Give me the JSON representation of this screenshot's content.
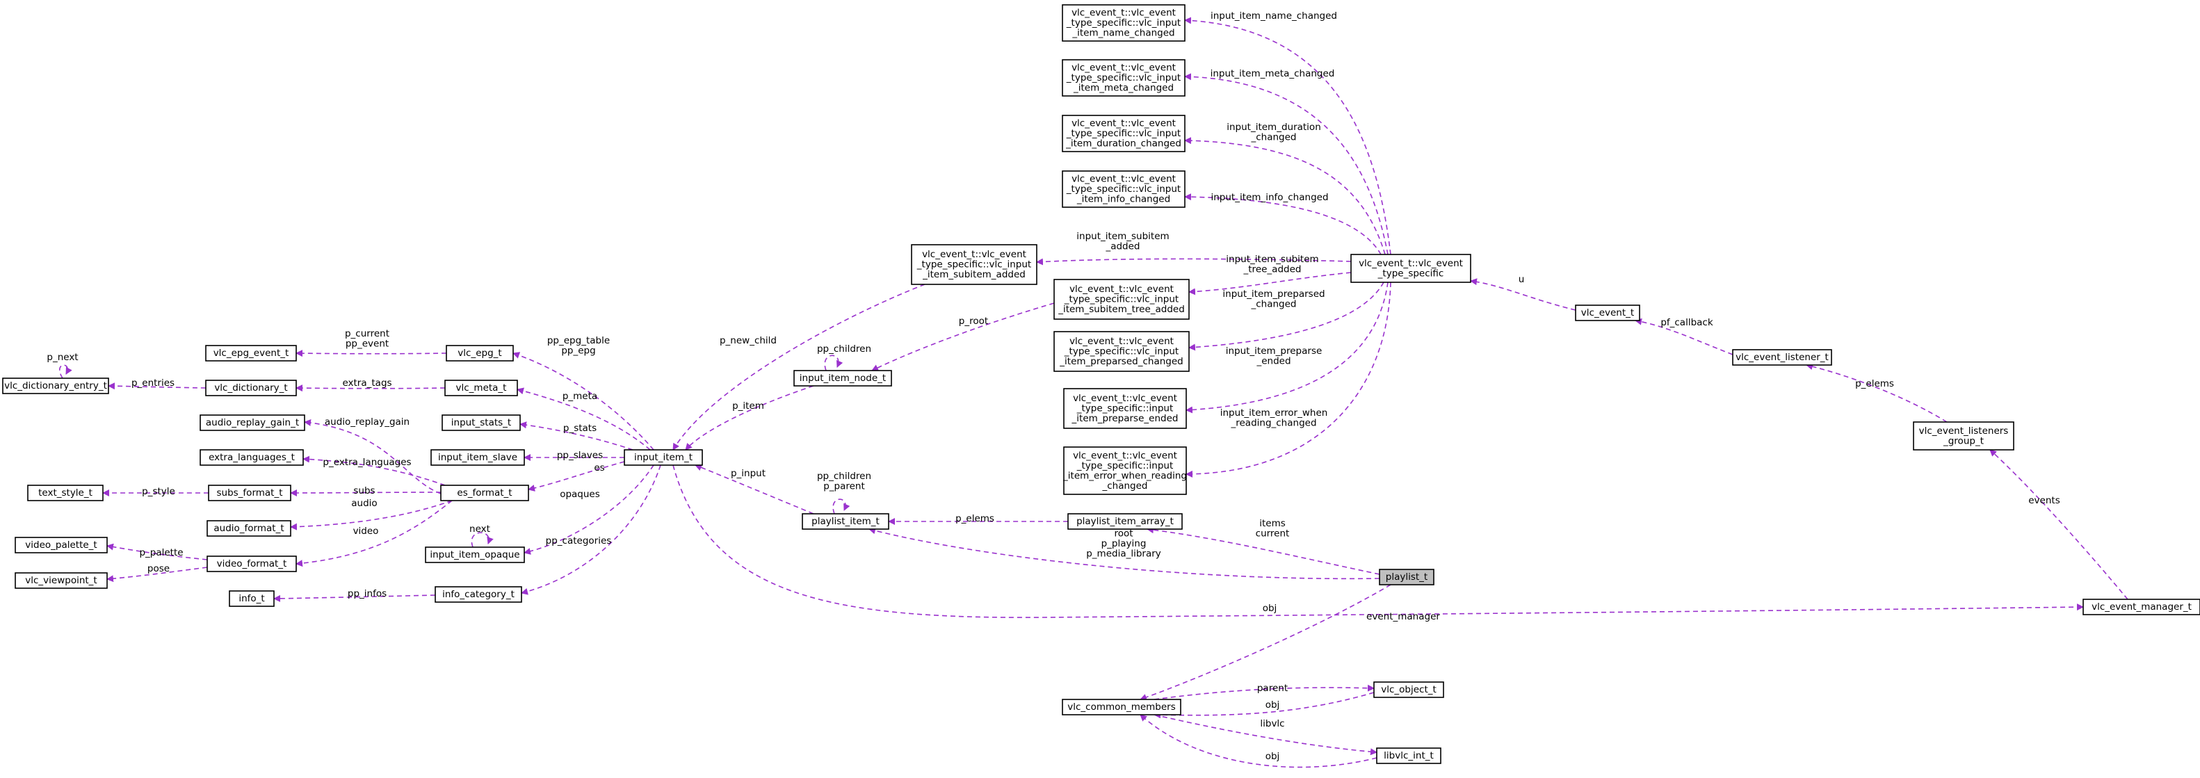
{
  "colors": {
    "edge": "#9a32cd",
    "node_border": "#000000",
    "highlight_fill": "#bfbfbf",
    "background": "#ffffff"
  },
  "nodes": [
    {
      "id": "n_name_changed",
      "name": "node-vlc-input-item-name-changed",
      "lines": [
        "vlc_event_t::vlc_event",
        "_type_specific::vlc_input",
        "_item_name_changed"
      ]
    },
    {
      "id": "n_meta_changed",
      "name": "node-vlc-input-item-meta-changed",
      "lines": [
        "vlc_event_t::vlc_event",
        "_type_specific::vlc_input",
        "_item_meta_changed"
      ]
    },
    {
      "id": "n_duration_changed",
      "name": "node-vlc-input-item-duration-changed",
      "lines": [
        "vlc_event_t::vlc_event",
        "_type_specific::vlc_input",
        "_item_duration_changed"
      ]
    },
    {
      "id": "n_info_changed",
      "name": "node-vlc-input-item-info-changed",
      "lines": [
        "vlc_event_t::vlc_event",
        "_type_specific::vlc_input",
        "_item_info_changed"
      ]
    },
    {
      "id": "n_subitem_added",
      "name": "node-vlc-input-item-subitem-added",
      "lines": [
        "vlc_event_t::vlc_event",
        "_type_specific::vlc_input",
        "_item_subitem_added"
      ]
    },
    {
      "id": "n_subitem_tree_added",
      "name": "node-vlc-input-item-subitem-tree-added",
      "lines": [
        "vlc_event_t::vlc_event",
        "_type_specific::vlc_input",
        "_item_subitem_tree_added"
      ]
    },
    {
      "id": "n_preparsed_changed",
      "name": "node-vlc-input-item-preparsed-changed",
      "lines": [
        "vlc_event_t::vlc_event",
        "_type_specific::vlc_input",
        "_item_preparsed_changed"
      ]
    },
    {
      "id": "n_preparse_ended",
      "name": "node-vlc-input-item-preparse-ended",
      "lines": [
        "vlc_event_t::vlc_event",
        "_type_specific::input",
        "_item_preparse_ended"
      ]
    },
    {
      "id": "n_error_when_reading",
      "name": "node-vlc-input-item-error-when-reading-changed",
      "lines": [
        "vlc_event_t::vlc_event",
        "_type_specific::input",
        "_item_error_when_reading",
        "_changed"
      ]
    },
    {
      "id": "n_type_specific",
      "name": "node-vlc-event-type-specific",
      "lines": [
        "vlc_event_t::vlc_event",
        "_type_specific"
      ]
    },
    {
      "id": "n_vlc_event_t",
      "name": "node-vlc-event-t",
      "lines": [
        "vlc_event_t"
      ]
    },
    {
      "id": "n_listener_t",
      "name": "node-vlc-event-listener-t",
      "lines": [
        "vlc_event_listener_t"
      ]
    },
    {
      "id": "n_listeners_group_t",
      "name": "node-vlc-event-listeners-group-t",
      "lines": [
        "vlc_event_listeners",
        "_group_t"
      ]
    },
    {
      "id": "n_event_manager_t",
      "name": "node-vlc-event-manager-t",
      "lines": [
        "vlc_event_manager_t"
      ]
    },
    {
      "id": "n_dictionary_entry_t",
      "name": "node-vlc-dictionary-entry-t",
      "lines": [
        "vlc_dictionary_entry_t"
      ]
    },
    {
      "id": "n_epg_event_t",
      "name": "node-vlc-epg-event-t",
      "lines": [
        "vlc_epg_event_t"
      ]
    },
    {
      "id": "n_dictionary_t",
      "name": "node-vlc-dictionary-t",
      "lines": [
        "vlc_dictionary_t"
      ]
    },
    {
      "id": "n_audio_replay_gain_t",
      "name": "node-audio-replay-gain-t",
      "lines": [
        "audio_replay_gain_t"
      ]
    },
    {
      "id": "n_extra_languages_t",
      "name": "node-extra-languages-t",
      "lines": [
        "extra_languages_t"
      ]
    },
    {
      "id": "n_text_style_t",
      "name": "node-text-style-t",
      "lines": [
        "text_style_t"
      ]
    },
    {
      "id": "n_subs_format_t",
      "name": "node-subs-format-t",
      "lines": [
        "subs_format_t"
      ]
    },
    {
      "id": "n_audio_format_t",
      "name": "node-audio-format-t",
      "lines": [
        "audio_format_t"
      ]
    },
    {
      "id": "n_video_palette_t",
      "name": "node-video-palette-t",
      "lines": [
        "video_palette_t"
      ]
    },
    {
      "id": "n_video_format_t",
      "name": "node-video-format-t",
      "lines": [
        "video_format_t"
      ]
    },
    {
      "id": "n_viewpoint_t",
      "name": "node-vlc-viewpoint-t",
      "lines": [
        "vlc_viewpoint_t"
      ]
    },
    {
      "id": "n_info_t",
      "name": "node-info-t",
      "lines": [
        "info_t"
      ]
    },
    {
      "id": "n_vlc_epg_t",
      "name": "node-vlc-epg-t",
      "lines": [
        "vlc_epg_t"
      ]
    },
    {
      "id": "n_vlc_meta_t",
      "name": "node-vlc-meta-t",
      "lines": [
        "vlc_meta_t"
      ]
    },
    {
      "id": "n_input_stats_t",
      "name": "node-input-stats-t",
      "lines": [
        "input_stats_t"
      ]
    },
    {
      "id": "n_input_item_slave",
      "name": "node-input-item-slave",
      "lines": [
        "input_item_slave"
      ]
    },
    {
      "id": "n_es_format_t",
      "name": "node-es-format-t",
      "lines": [
        "es_format_t"
      ]
    },
    {
      "id": "n_input_item_opaque",
      "name": "node-input-item-opaque",
      "lines": [
        "input_item_opaque"
      ]
    },
    {
      "id": "n_info_category_t",
      "name": "node-info-category-t",
      "lines": [
        "info_category_t"
      ]
    },
    {
      "id": "n_input_item_t",
      "name": "node-input-item-t",
      "lines": [
        "input_item_t"
      ]
    },
    {
      "id": "n_input_item_node_t",
      "name": "node-input-item-node-t",
      "lines": [
        "input_item_node_t"
      ]
    },
    {
      "id": "n_playlist_item_t",
      "name": "node-playlist-item-t",
      "lines": [
        "playlist_item_t"
      ]
    },
    {
      "id": "n_playlist_item_array_t",
      "name": "node-playlist-item-array-t",
      "lines": [
        "playlist_item_array_t"
      ]
    },
    {
      "id": "n_playlist_t",
      "name": "node-playlist-t",
      "lines": [
        "playlist_t"
      ]
    },
    {
      "id": "n_common_members",
      "name": "node-vlc-common-members",
      "lines": [
        "vlc_common_members"
      ]
    },
    {
      "id": "n_vlc_object_t",
      "name": "node-vlc-object-t",
      "lines": [
        "vlc_object_t"
      ]
    },
    {
      "id": "n_libvlc_int_t",
      "name": "node-libvlc-int-t",
      "lines": [
        "libvlc_int_t"
      ]
    }
  ],
  "edge_labels": [
    {
      "id": "l_name_changed",
      "lines": [
        "input_item_name_changed"
      ]
    },
    {
      "id": "l_meta_changed",
      "lines": [
        "input_item_meta_changed"
      ]
    },
    {
      "id": "l_duration_changed",
      "lines": [
        "input_item_duration",
        "_changed"
      ]
    },
    {
      "id": "l_info_changed",
      "lines": [
        "input_item_info_changed"
      ]
    },
    {
      "id": "l_subitem_added",
      "lines": [
        "input_item_subitem",
        "_added"
      ]
    },
    {
      "id": "l_subitem_tree_added",
      "lines": [
        "input_item_subitem",
        "_tree_added"
      ]
    },
    {
      "id": "l_preparsed_changed",
      "lines": [
        "input_item_preparsed",
        "_changed"
      ]
    },
    {
      "id": "l_preparse_ended",
      "lines": [
        "input_item_preparse",
        "_ended"
      ]
    },
    {
      "id": "l_error_when_reading",
      "lines": [
        "input_item_error_when",
        "_reading_changed"
      ]
    },
    {
      "id": "l_u",
      "lines": [
        "u"
      ]
    },
    {
      "id": "l_pf_callback",
      "lines": [
        "pf_callback"
      ]
    },
    {
      "id": "l_p_elems_listener",
      "lines": [
        "p_elems"
      ]
    },
    {
      "id": "l_events",
      "lines": [
        "events"
      ]
    },
    {
      "id": "l_p_next",
      "lines": [
        "p_next"
      ]
    },
    {
      "id": "l_p_entries",
      "lines": [
        "p_entries"
      ]
    },
    {
      "id": "l_p_current",
      "lines": [
        "p_current",
        "pp_event"
      ]
    },
    {
      "id": "l_pp_epg",
      "lines": [
        "pp_epg_table",
        "pp_epg"
      ]
    },
    {
      "id": "l_extra_tags",
      "lines": [
        "extra_tags"
      ]
    },
    {
      "id": "l_p_meta",
      "lines": [
        "p_meta"
      ]
    },
    {
      "id": "l_p_stats",
      "lines": [
        "p_stats"
      ]
    },
    {
      "id": "l_pp_slaves",
      "lines": [
        "pp_slaves"
      ]
    },
    {
      "id": "l_es",
      "lines": [
        "es"
      ]
    },
    {
      "id": "l_audio_replay_gain",
      "lines": [
        "audio_replay_gain"
      ]
    },
    {
      "id": "l_p_extra_languages",
      "lines": [
        "p_extra_languages"
      ]
    },
    {
      "id": "l_p_style",
      "lines": [
        "p_style"
      ]
    },
    {
      "id": "l_subs",
      "lines": [
        "subs"
      ]
    },
    {
      "id": "l_audio",
      "lines": [
        "audio"
      ]
    },
    {
      "id": "l_video",
      "lines": [
        "video"
      ]
    },
    {
      "id": "l_p_palette",
      "lines": [
        "p_palette"
      ]
    },
    {
      "id": "l_pose",
      "lines": [
        "pose"
      ]
    },
    {
      "id": "l_opaques",
      "lines": [
        "opaques"
      ]
    },
    {
      "id": "l_next",
      "lines": [
        "next"
      ]
    },
    {
      "id": "l_pp_categories",
      "lines": [
        "pp_categories"
      ]
    },
    {
      "id": "l_pp_infos",
      "lines": [
        "pp_infos"
      ]
    },
    {
      "id": "l_p_new_child",
      "lines": [
        "p_new_child"
      ]
    },
    {
      "id": "l_p_root",
      "lines": [
        "p_root"
      ]
    },
    {
      "id": "l_pp_children_node",
      "lines": [
        "pp_children"
      ]
    },
    {
      "id": "l_p_item",
      "lines": [
        "p_item"
      ]
    },
    {
      "id": "l_p_input",
      "lines": [
        "p_input"
      ]
    },
    {
      "id": "l_pp_children_pl",
      "lines": [
        "pp_children",
        "p_parent"
      ]
    },
    {
      "id": "l_p_elems_pl",
      "lines": [
        "p_elems"
      ]
    },
    {
      "id": "l_items_current",
      "lines": [
        "items",
        "current"
      ]
    },
    {
      "id": "l_root",
      "lines": [
        "root",
        "p_playing",
        "p_media_library"
      ]
    },
    {
      "id": "l_obj_playlist",
      "lines": [
        "obj"
      ]
    },
    {
      "id": "l_event_manager",
      "lines": [
        "event_manager"
      ]
    },
    {
      "id": "l_parent",
      "lines": [
        "parent"
      ]
    },
    {
      "id": "l_obj_object",
      "lines": [
        "obj"
      ]
    },
    {
      "id": "l_libvlc",
      "lines": [
        "libvlc"
      ]
    },
    {
      "id": "l_obj_libvlc",
      "lines": [
        "obj"
      ]
    }
  ]
}
